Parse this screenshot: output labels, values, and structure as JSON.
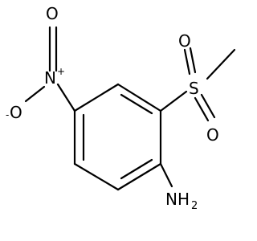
{
  "molecule": {
    "atoms": {
      "nitro_n": {
        "symbol": "N",
        "charge": "+"
      },
      "nitro_o_top": {
        "symbol": "O"
      },
      "nitro_o_minus": {
        "symbol": "O",
        "charge_left": "-"
      },
      "sulfur": {
        "symbol": "S"
      },
      "sulfonyl_o_top": {
        "symbol": "O"
      },
      "sulfonyl_o_bottom": {
        "symbol": "O"
      },
      "amine": {
        "symbol": "NH",
        "subscript": "2"
      }
    },
    "colors": {
      "bond": "#000000",
      "background": "#ffffff"
    }
  }
}
